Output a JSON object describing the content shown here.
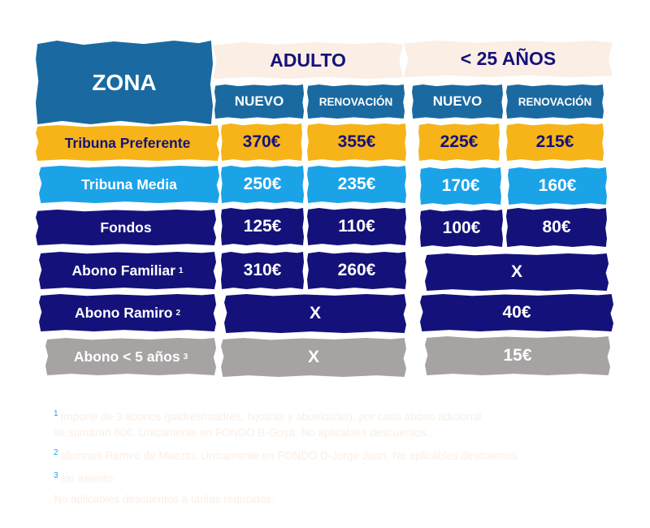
{
  "table": {
    "zona_label": "ZONA",
    "groups": [
      {
        "label": "ADULTO",
        "subheaders": [
          "NUEVO",
          "RENOVACIÓN"
        ]
      },
      {
        "label": "< 25 AÑOS",
        "subheaders": [
          "NUEVO",
          "RENOVACIÓN"
        ]
      }
    ],
    "rows": [
      {
        "label": "Tribuna Preferente",
        "color": "#f6b419",
        "values": [
          "370€",
          "355€",
          "225€",
          "215€"
        ]
      },
      {
        "label": "Tribuna Media",
        "color": "#1ba3e8",
        "values": [
          "250€",
          "235€",
          "170€",
          "160€"
        ]
      },
      {
        "label": "Fondos",
        "color": "#14127a",
        "values": [
          "125€",
          "110€",
          "100€",
          "80€"
        ]
      },
      {
        "label": "Abono Familiar",
        "sup": "1",
        "color": "#14127a",
        "values": [
          "310€",
          "260€"
        ],
        "under25": "X"
      },
      {
        "label": "Abono Ramiro",
        "sup": "2",
        "color": "#14127a",
        "adult": "X",
        "under25": "40€"
      },
      {
        "label": "Abono < 5 años",
        "sup": "3",
        "color": "#a7a3a3",
        "adult": "X",
        "under25": "15€"
      }
    ]
  },
  "footnotes": [
    {
      "mark": "1",
      "lines": [
        "Importe de 3 abonos (padres/madres, hijos/as y abuelos/as), por cada abono adicional",
        "se sumarán 60€. Únicamente en FONDO B-Goya. No aplicables descuentos."
      ]
    },
    {
      "mark": "2",
      "lines": [
        "alumnos Ramiro de Maeztu. Únicamente en FONDO D-Jorge Juan. No aplicables descuentos."
      ]
    },
    {
      "mark": "3",
      "lines": [
        "sin asiento."
      ]
    },
    {
      "mark": "",
      "lines": [
        "No aplicables descuentos a tarifas reducidas."
      ]
    }
  ],
  "colors": {
    "header_blue": "#1a6aa1",
    "cream": "#fbeee4",
    "yellow": "#f6b419",
    "light_blue": "#1ba3e8",
    "navy": "#14127a",
    "gray": "#a7a3a3"
  }
}
